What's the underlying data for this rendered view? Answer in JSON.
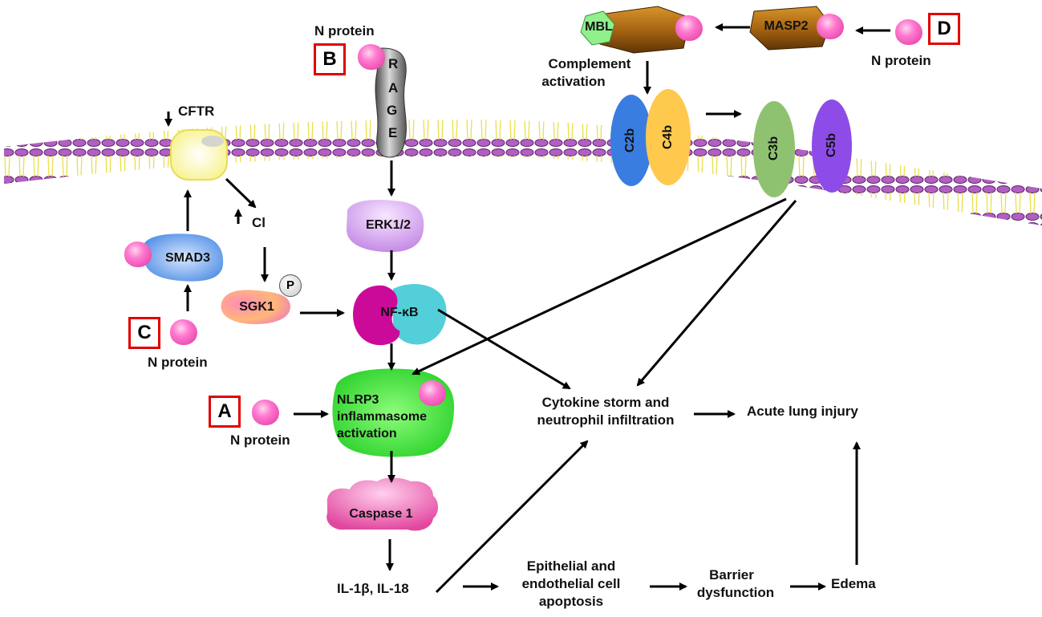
{
  "labels": {
    "A": "A",
    "B": "B",
    "C": "C",
    "D": "D"
  },
  "n_protein": "N protein",
  "membrane": {
    "cftr": "CFTR",
    "cl": "Cl",
    "rage_letters": [
      "R",
      "A",
      "G",
      "E"
    ]
  },
  "proteins": {
    "mbl": "MBL",
    "masp2": "MASP2",
    "c2b": "C2b",
    "c4b": "C4b",
    "c3b": "C3b",
    "c5b": "C5b",
    "erk": "ERK1/2",
    "smad3": "SMAD3",
    "sgk1": "SGK1",
    "p": "P",
    "nfkb": "NF-κB",
    "nlrp3": [
      "NLRP3",
      "inflammasome",
      "activation"
    ],
    "caspase": "Caspase 1"
  },
  "outcomes": {
    "complement": [
      "Complement",
      "activation"
    ],
    "cytokine": [
      "Cytokine storm and",
      "neutrophil infiltration"
    ],
    "ali": "Acute lung injury",
    "il": "IL-1β, IL-18",
    "apoptosis": [
      "Epithelial and",
      "endothelial cell",
      "apoptosis"
    ],
    "barrier": [
      "Barrier",
      "dysfunction"
    ],
    "edema": "Edema"
  },
  "colors": {
    "label_border": "#e00000",
    "n_protein": "#ff79cf",
    "membrane": "#c07bd0",
    "erk": "#d9a6ef",
    "nlrp3": "#3be23b",
    "caspase": "#f078c4"
  }
}
